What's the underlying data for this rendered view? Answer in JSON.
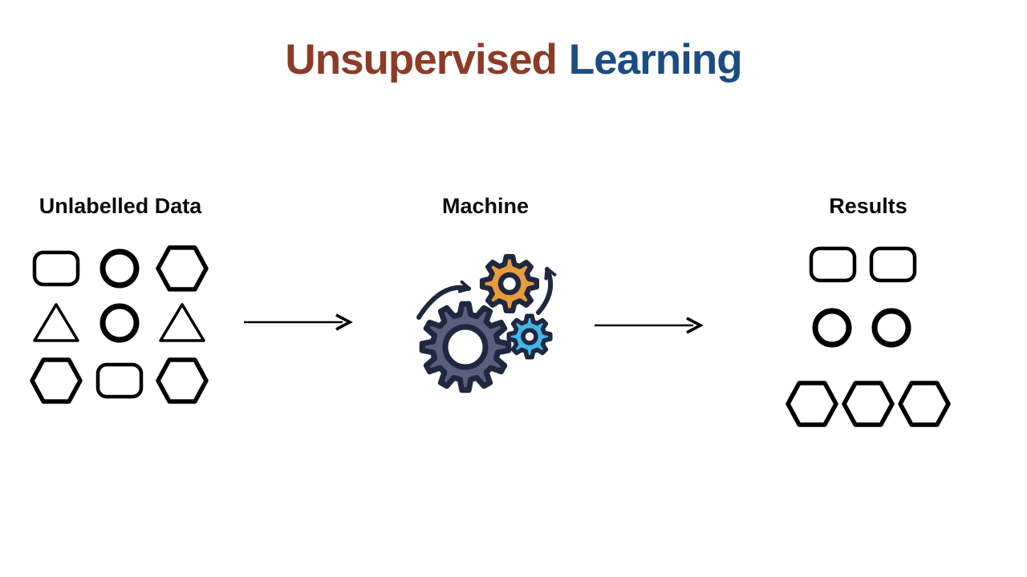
{
  "title": {
    "part1": "Unsupervised",
    "part2": "Learning"
  },
  "sections": {
    "input": {
      "label": "Unlabelled Data",
      "grid": [
        [
          "rounded-rect",
          "circle",
          "hexagon"
        ],
        [
          "triangle",
          "circle",
          "triangle"
        ],
        [
          "hexagon",
          "rounded-rect",
          "hexagon"
        ]
      ]
    },
    "process": {
      "label": "Machine",
      "icon": "gears-icon",
      "gears": [
        {
          "name": "large-gear",
          "color_key": "gear_large_fill"
        },
        {
          "name": "orange-gear",
          "color_key": "gear_orange_fill"
        },
        {
          "name": "blue-gear",
          "color_key": "gear_blue_fill"
        }
      ]
    },
    "output": {
      "label": "Results",
      "clusters": [
        {
          "shape": "rounded-rect",
          "count": 2
        },
        {
          "shape": "circle",
          "count": 2
        },
        {
          "shape": "hexagon",
          "count": 3
        }
      ]
    }
  },
  "icons": {
    "process": "gears-icon",
    "flow": "arrow-right-icon"
  },
  "colors": {
    "background": "#ffffff",
    "title_primary": "#8c3b27",
    "title_secondary": "#1b4d7f",
    "label_text": "#0a0a0a",
    "shape_stroke": "#000000",
    "arrow_stroke": "#000000",
    "gear_outline": "#20283f",
    "gear_large_fill": "#5a5f7e",
    "gear_orange_fill": "#e99c3d",
    "gear_blue_fill": "#41b7e9"
  }
}
